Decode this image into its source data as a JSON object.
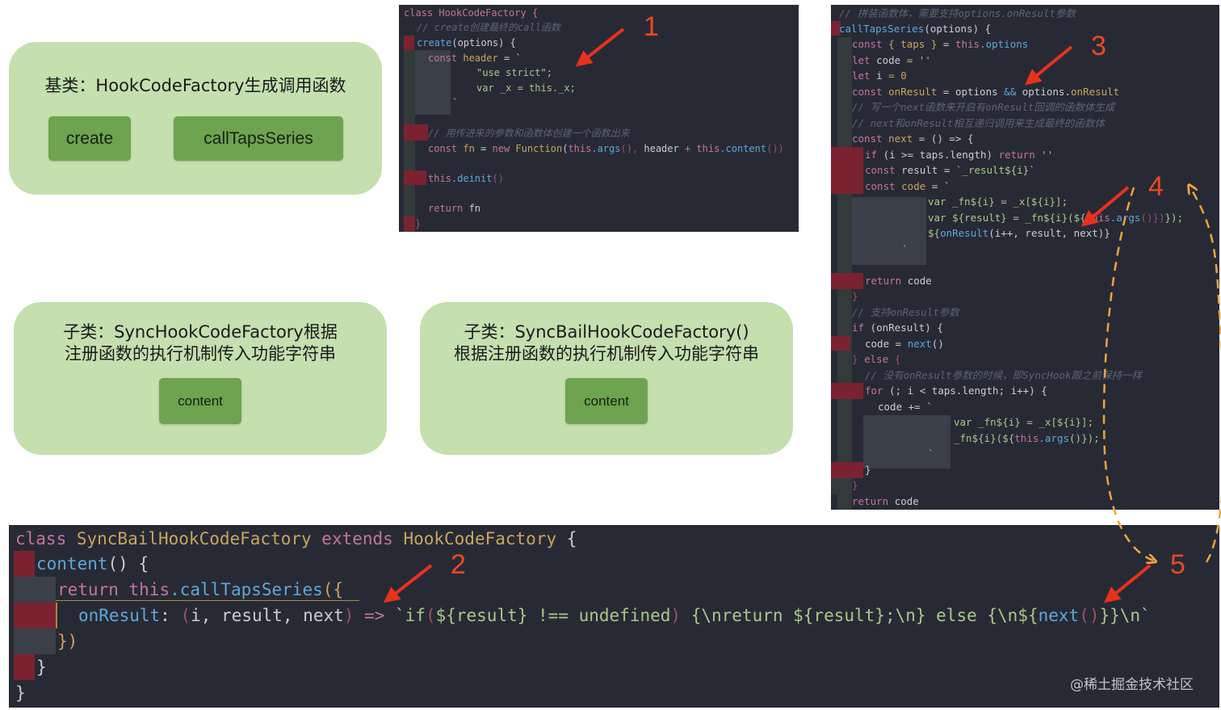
{
  "cards": {
    "base": {
      "title": "基类：HookCodeFactory生成调用函数",
      "btn_create": "create",
      "btn_series": "callTapsSeries"
    },
    "sync": {
      "title_l1": "子类：SyncHookCodeFactory根据",
      "title_l2": "注册函数的执行机制传入功能字符串",
      "btn": "content"
    },
    "bail": {
      "title_l1": "子类：SyncBailHookCodeFactory()",
      "title_l2": "根据注册函数的执行机制传入功能字符串",
      "btn": "content"
    }
  },
  "code1": {
    "l1": "class HookCodeFactory {",
    "l2": "// create创建最终的call函数",
    "l3a": "create",
    "l3b": "(options) {",
    "l4a": "const ",
    "l4b": "header",
    "l4c": " = `",
    "l5": "\"use strict\";",
    "l6": "var _x = this._x;",
    "l7": "`",
    "l8": "// 用传进来的参数和函数体创建一个函数出来",
    "l9a": "const ",
    "l9b": "fn",
    "l9c": " = ",
    "l9d": "new ",
    "l9e": "Function",
    "l9f": "(",
    "l9g": "this",
    "l9h": ".args",
    "l9i": "(),",
    "l9j": " header ",
    "l9k": "+ ",
    "l9l": "this",
    "l9m": ".content",
    "l9n": "())",
    "l10a": "this",
    "l10b": ".deinit",
    "l10c": "()",
    "l11a": "return ",
    "l11b": "fn",
    "l12": "}"
  },
  "code2": {
    "c0": "// 拼装函数体，需要支持options.onResult参数",
    "c1a": "callTapsSeries",
    "c1b": "(options) {",
    "c2a": "const ",
    "c2b": "{ taps }",
    "c2c": " = ",
    "c2d": "this",
    "c2e": ".options",
    "c3a": "let ",
    "c3b": "code",
    "c3c": " = ''",
    "c4a": "let ",
    "c4b": "i",
    "c4c": " = 0",
    "c5a": "const ",
    "c5b": "onResult",
    "c5c": " = options ",
    "c5d": "&&",
    "c5e": " options.",
    "c5f": "onResult",
    "c6": "// 写一个next函数来开启有onResult回调的函数体生成",
    "c7": "// next和onResult相互递归调用来生成最终的函数体",
    "c8a": "const ",
    "c8b": "next",
    "c8c": " = () => {",
    "c9a": "if ",
    "c9b": "(i >= taps.length) ",
    "c9c": "return ",
    "c9d": "''",
    "c10a": "const ",
    "c10b": "result",
    "c10c": " = ",
    "c10d": "`_result${i}`",
    "c11a": "const ",
    "c11b": "code",
    "c11c": " = `",
    "c12": "var _fn${i} = _x[${i}];",
    "c13a": "var ${result} = _fn${i}(${",
    "c13b": "this",
    "c13c": ".args",
    "c13d": "()})",
    "c13e": "});",
    "c14a": "${",
    "c14b": "onResult",
    "c14c": "(i++, result, next)}",
    "c15": "`",
    "c16a": "return ",
    "c16b": "code",
    "c17": "}",
    "c18": "// 支持onResult参数",
    "c19a": "if ",
    "c19b": "(onResult) {",
    "c20a": "code = ",
    "c20b": "next",
    "c20c": "()",
    "c21a": "} ",
    "c21b": "else ",
    "c21c": "{",
    "c22": "// 没有onResult参数的时候，即SyncHook跟之前保持一样",
    "c23a": "for ",
    "c23b": "(; i < taps.length; i++) {",
    "c24": "code += `",
    "c25": "var _fn${i} = _x[${i}];",
    "c26a": "_fn${i}(${",
    "c26b": "this",
    "c26c": ".args",
    "c26d": "()});",
    "c27": "`",
    "c28": "}",
    "c29": "}",
    "c30a": "return ",
    "c30b": "code"
  },
  "code3": {
    "b1a": "class ",
    "b1b": "SyncBailHookCodeFactory ",
    "b1c": "extends ",
    "b1d": "HookCodeFactory ",
    "b1e": "{",
    "b2a": "content",
    "b2b": "() {",
    "b3a": "return ",
    "b3b": "this",
    "b3c": ".callTapsSeries",
    "b3d": "({",
    "b4a": "onResult",
    "b4b": ": ",
    "b4c": "(",
    "b4d": "i, result, next",
    "b4e": ")",
    "b4f": " => ",
    "b4g": "`if",
    "b4h": "(",
    "b4i": "${result}",
    "b4j": " !== undefined",
    "b4k": ")",
    "b4l": " {\\nreturn ",
    "b4m": "${result}",
    "b4n": ";\\n} else {\\n",
    "b4o": "${",
    "b4p": "next",
    "b4q": "()",
    "b4r": "}}\\n`",
    "b5": "})",
    "b6": "}",
    "b7": "}"
  },
  "annotations": {
    "n1": "1",
    "n2": "2",
    "n3": "3",
    "n4": "4",
    "n5": "5"
  },
  "watermark": "@稀土掘金技术社区",
  "colors": {
    "card_bg": "#c5dfaf",
    "button_bg": "#6ea34f",
    "code_bg": "#272a35",
    "arrow_red": "#e8321c",
    "dashed_orange": "#f0a43a"
  }
}
